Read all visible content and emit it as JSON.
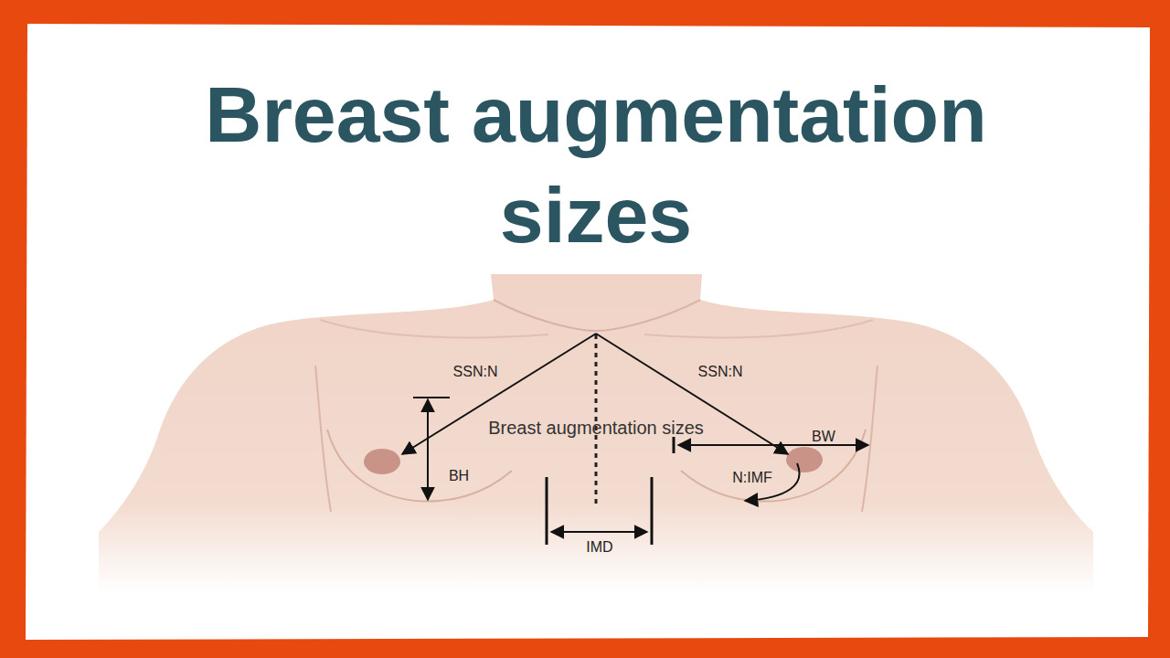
{
  "diagram": {
    "title": "Breast augmentation sizes",
    "labels": [
      "SSN:N",
      "SSN:N",
      "Breast augmentation sizes",
      "BW",
      "BH",
      "N:IMF",
      "IMD"
    ]
  }
}
